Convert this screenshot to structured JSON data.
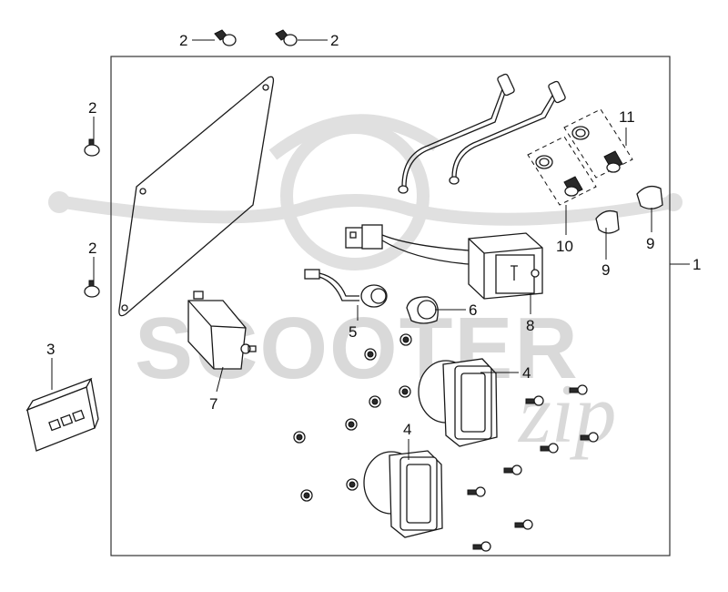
{
  "watermark": {
    "brand": "SCOOTER",
    "suffix": "zip"
  },
  "callouts": [
    {
      "id": "c2a",
      "text": "2"
    },
    {
      "id": "c2b",
      "text": "2"
    },
    {
      "id": "c2c",
      "text": "2"
    },
    {
      "id": "c2d",
      "text": "2"
    },
    {
      "id": "c1",
      "text": "1"
    },
    {
      "id": "c3",
      "text": "3"
    },
    {
      "id": "c4a",
      "text": "4"
    },
    {
      "id": "c4b",
      "text": "4"
    },
    {
      "id": "c5",
      "text": "5"
    },
    {
      "id": "c6",
      "text": "6"
    },
    {
      "id": "c7",
      "text": "7"
    },
    {
      "id": "c8",
      "text": "8"
    },
    {
      "id": "c9a",
      "text": "9"
    },
    {
      "id": "c9b",
      "text": "9"
    },
    {
      "id": "c10",
      "text": "10"
    },
    {
      "id": "c11",
      "text": "11"
    }
  ],
  "colors": {
    "line": "#1a1a1a",
    "watermark": "#d9d9d9"
  }
}
